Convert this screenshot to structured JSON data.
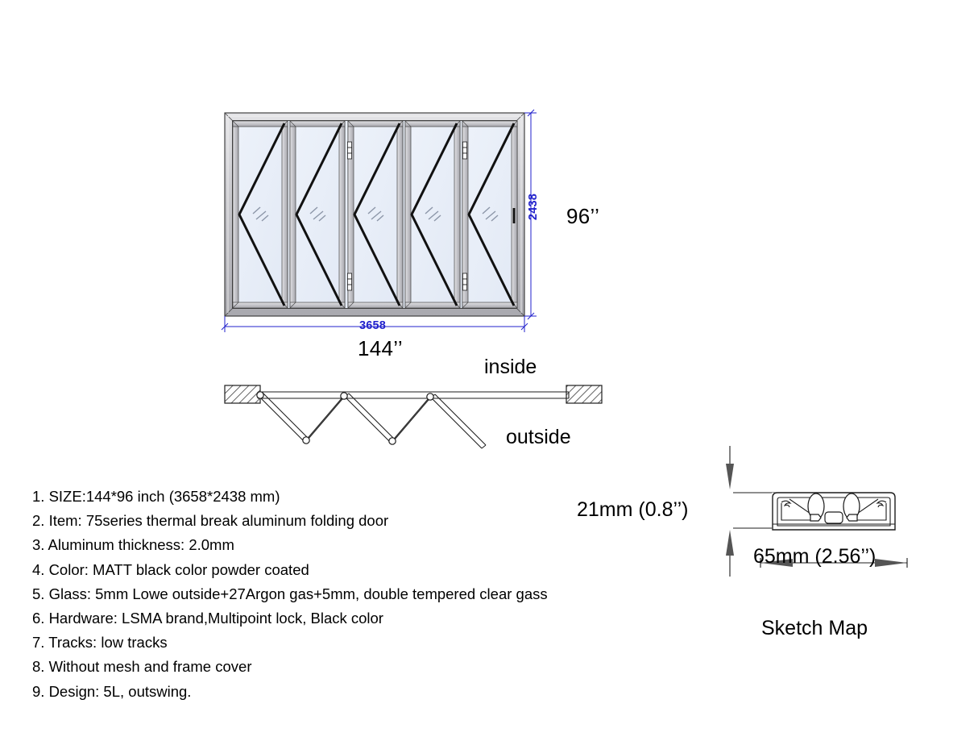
{
  "drawing": {
    "elevation": {
      "width_mm_label": "3658",
      "height_mm_label": "2438",
      "width_inch_label": "144’’",
      "height_inch_label": "96’’",
      "panel_count": 5
    },
    "plan": {
      "inside_label": "inside",
      "outside_label": "outside"
    },
    "sketch": {
      "title": "Sketch Map",
      "height_label": "21mm (0.8’’)",
      "width_label": "65mm (2.56’’)"
    }
  },
  "specs": [
    "1. SIZE:144*96 inch (3658*2438 mm)",
    "2. Item: 75series thermal break aluminum folding door",
    "3. Aluminum thickness: 2.0mm",
    "4. Color: MATT black color powder coated",
    "5. Glass: 5mm Lowe outside+27Argon gas+5mm, double tempered clear gass",
    "6. Hardware: LSMA brand,Multipoint lock, Black color",
    "7. Tracks: low tracks",
    "8. Without mesh and frame cover",
    "9. Design: 5L, outswing."
  ],
  "colors": {
    "dimension_blue": "#2222cc",
    "glass": "#e9eff8",
    "aluminum": "#c9c9cd",
    "outline": "#000000"
  }
}
